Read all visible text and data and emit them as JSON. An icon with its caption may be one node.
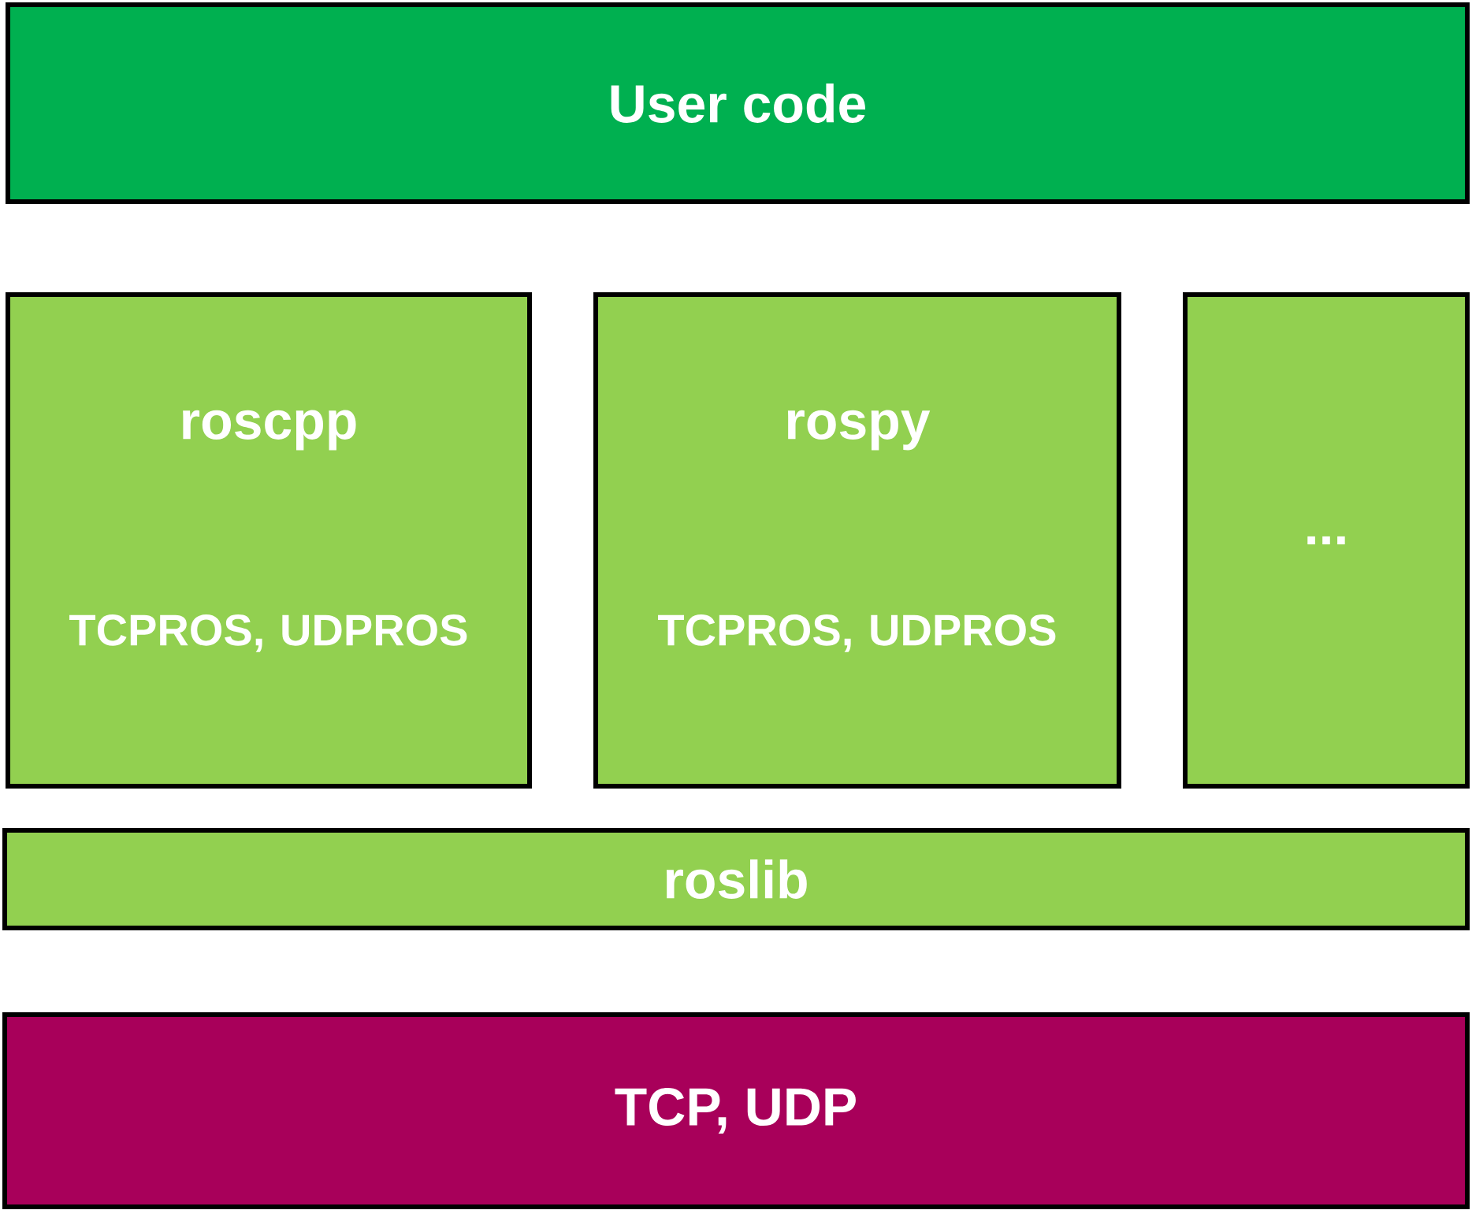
{
  "diagram": {
    "nodes": [
      {
        "text": [
          "User code"
        ]
      },
      {
        "text": [
          "roscpp",
          "TCPROS, UDPROS"
        ]
      },
      {
        "text": [
          "rospy",
          "TCPROS, UDPROS"
        ]
      },
      {
        "text": [
          "..."
        ]
      },
      {
        "text": [
          "roslib"
        ]
      },
      {
        "text": [
          "TCP, UDP"
        ]
      }
    ]
  }
}
